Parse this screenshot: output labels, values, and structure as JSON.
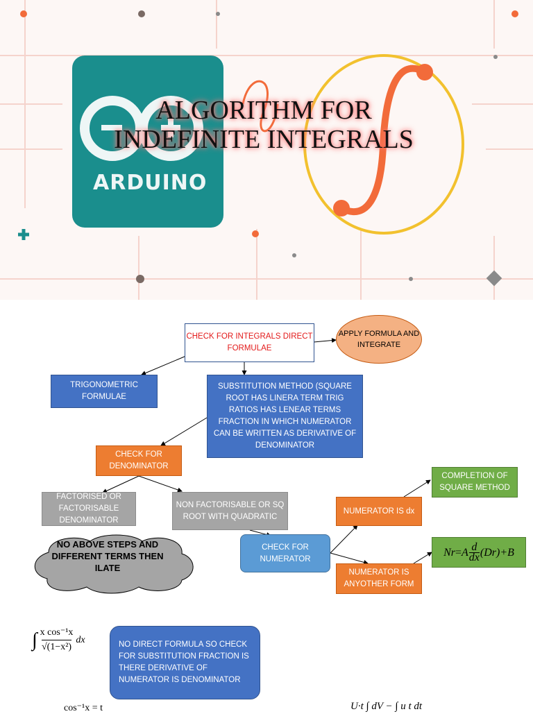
{
  "banner": {
    "logo_text": "ARDUINO",
    "title_line1": "ALGORITHM FOR",
    "title_line2": "INDEFINITE INTEGRALS",
    "colors": {
      "teal": "#1a8e8d",
      "orange_accent": "#f26b3a",
      "yellow_ring": "#f2c12e"
    }
  },
  "flow": {
    "check_direct": "CHECK FOR INTEGRALS DIRECT FORMULAE",
    "apply": "APPLY FORMULA AND INTEGRATE",
    "trig": "TRIGONOMETRIC FORMULAE",
    "substitution": "SUBSTITUTION METHOD (SQUARE ROOT HAS LINERA TERM TRIG RATIOS HAS LENEAR TERMS FRACTION IN WHICH NUMERATOR CAN BE WRITTEN AS DERIVATIVE OF DENOMINATOR",
    "check_denominator": "CHECK FOR DENOMINATOR",
    "factorised": "FACTORISED OR FACTORISABLE DENOMINATOR",
    "non_factorisable": "NON FACTORISABLE OR SQ ROOT WITH QUADRATIC",
    "check_numerator": "CHECK FOR NUMERATOR",
    "numerator_dx": "NUMERATOR IS dx",
    "completion": "COMPLETION OF SQUARE METHOD",
    "numerator_other": "NUMERATOR IS ANYOTHER FORM",
    "cloud": "NO ABOVE STEPS AND DIFFERENT TERMS THEN ILATE"
  },
  "formula_nr": {
    "lhs": "Nr",
    "eq": "=",
    "A": "A",
    "d_top": "d",
    "dx_bottom": "dx",
    "dr": "(Dr)",
    "plus_B": "+B"
  },
  "example": {
    "integral_sign": "∫",
    "numerator": "x cos⁻¹x",
    "denominator": "√(1−x²)",
    "dx": "dx",
    "note": "NO DIRECT FORMULA SO CHECK FOR SUBSTITUTION FRACTION IS THERE DERIVATIVE OF NUMERATOR IS DENOMINATOR",
    "bottom_left": "cos⁻¹x = t",
    "bottom_right": "U·t ∫ dV − ∫ u t dt"
  }
}
